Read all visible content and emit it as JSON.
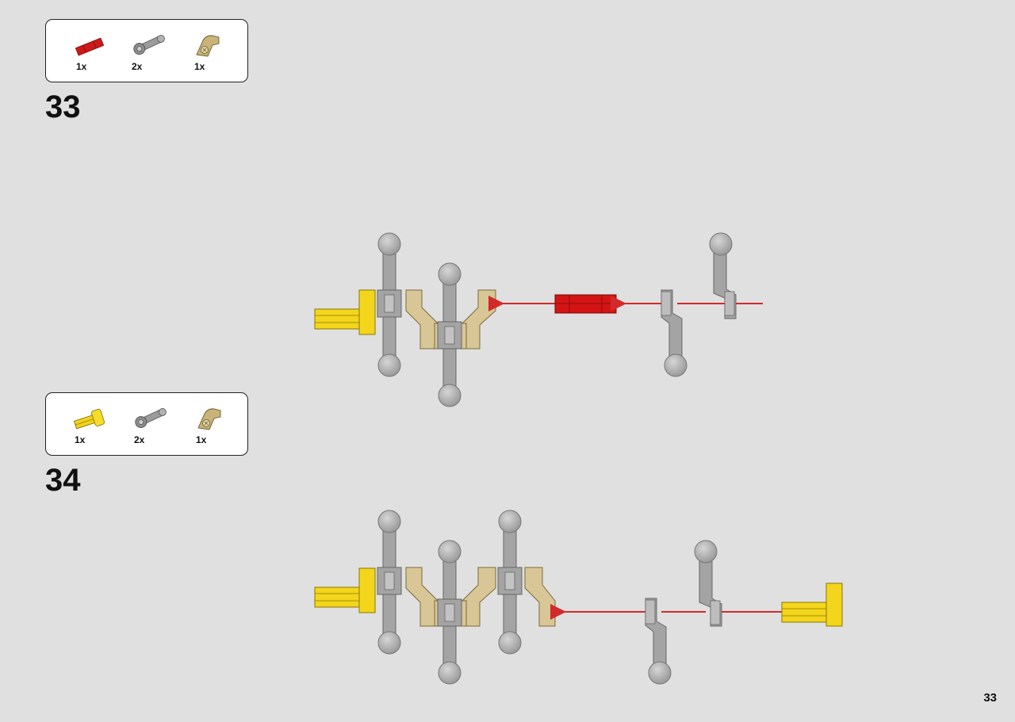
{
  "page_number": "33",
  "steps": [
    {
      "number": "33",
      "parts": [
        {
          "icon": "red-axle-connector-icon",
          "qty": "1x",
          "color": "#cc1a1a"
        },
        {
          "icon": "gray-ball-joint-arm-icon",
          "qty": "2x",
          "color": "#8a8a8a"
        },
        {
          "icon": "tan-beam-connector-icon",
          "qty": "1x",
          "color": "#c9b37a"
        }
      ]
    },
    {
      "number": "34",
      "parts": [
        {
          "icon": "yellow-axle-pin-icon",
          "qty": "1x",
          "color": "#f2d21a"
        },
        {
          "icon": "gray-ball-joint-arm-icon",
          "qty": "2x",
          "color": "#8a8a8a"
        },
        {
          "icon": "tan-beam-connector-icon",
          "qty": "1x",
          "color": "#c9b37a"
        }
      ]
    }
  ],
  "colors": {
    "arrow": "#d22a2a",
    "gray_part": "#a4a4a4",
    "tan_part": "#d9c697",
    "yellow_part": "#f3d51c",
    "red_part": "#d41414"
  }
}
